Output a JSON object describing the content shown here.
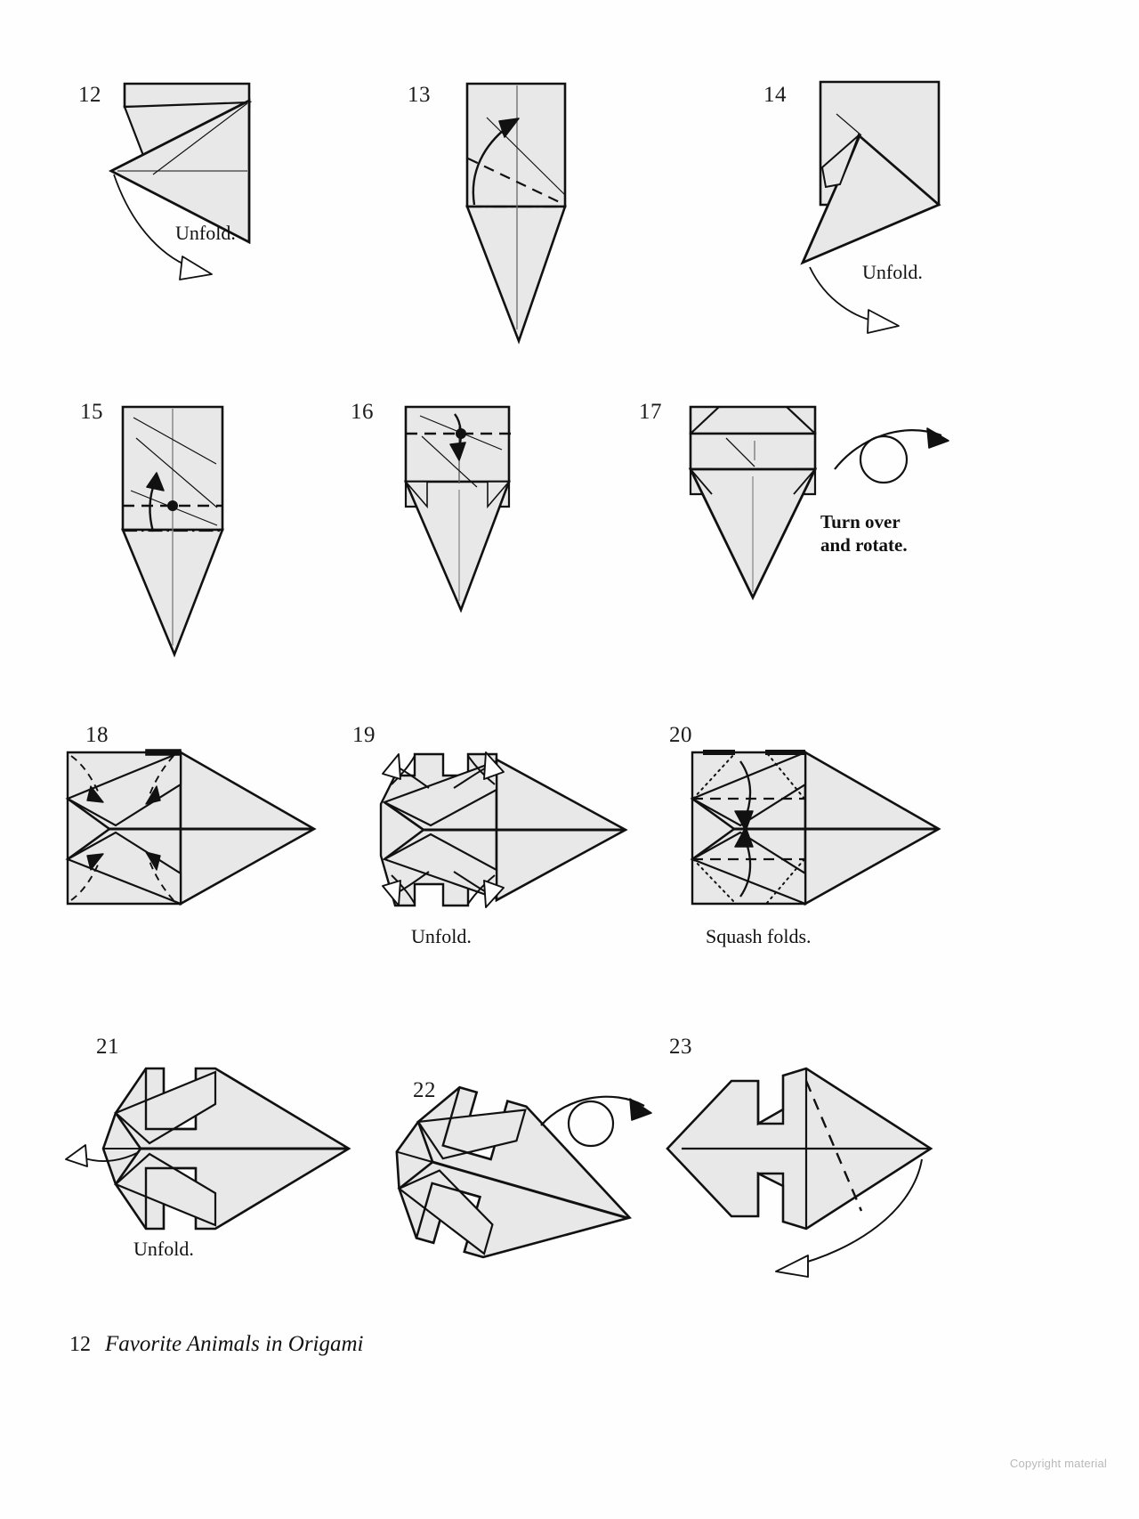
{
  "document": {
    "type": "origami-instruction-page",
    "page_number": "12",
    "book_title": "Favorite Animals in Origami",
    "copyright_notice": "Copyright material",
    "paper_fill": "#e8e8e8",
    "line_color": "#111111"
  },
  "steps": [
    {
      "number": "12",
      "caption": "Unfold.",
      "has_unfold_arrow": true,
      "description": "Folded form with top band and large triangle flap pointing left; hollow arrow curves down-right indicating unfold."
    },
    {
      "number": "13",
      "caption": "",
      "has_unfold_arrow": false,
      "description": "Square top with kite point below; dashed valley fold line from left edge to lower right, solid arrow curving up; dash-dot line across the waist."
    },
    {
      "number": "14",
      "caption": "Unfold.",
      "has_unfold_arrow": true,
      "description": "Square with rotated triangular flap hanging lower-left; hollow arrow curves down-right indicating unfold."
    },
    {
      "number": "15",
      "caption": "",
      "has_unfold_arrow": false,
      "description": "Tall square plus kite point; horizontal dashed valley fold with a dot at center, solid up arrow, dash-dot line below."
    },
    {
      "number": "16",
      "caption": "",
      "has_unfold_arrow": false,
      "description": "Shorter square with side tabs and kite point; horizontal dashed fold line with center dot and a down arrow."
    },
    {
      "number": "17",
      "caption": "Turn over\nand rotate.",
      "has_unfold_arrow": false,
      "description": "Banded rectangle with corner triangles and long kite point; turn-over symbol at right.",
      "symbol": "turn-over-rotate"
    },
    {
      "number": "18",
      "caption": "",
      "has_unfold_arrow": false,
      "description": "Horizontal arrow-head form; four dashed inward arrows at the four corners of the left square."
    },
    {
      "number": "19",
      "caption": "Unfold.",
      "has_unfold_arrow": false,
      "description": "Same form with four notched corners; four hollow outward arrows indicating unfold."
    },
    {
      "number": "20",
      "caption": "Squash folds.",
      "has_unfold_arrow": false,
      "description": "Same form with dash-dot and dashed lines plus two curved arrows indicating squash folds."
    },
    {
      "number": "21",
      "caption": "Unfold.",
      "has_unfold_arrow": true,
      "description": "Fish-like form with squared notches top and bottom; hollow arrow points left."
    },
    {
      "number": "22",
      "caption": "",
      "has_unfold_arrow": false,
      "description": "Rotated fish-like form; turn-over symbol above and to the right.",
      "symbol": "turn-over"
    },
    {
      "number": "23",
      "caption": "",
      "has_unfold_arrow": false,
      "description": "Broad fish form with dashed diagonal fold; long curved arrow sweeping down to the left."
    }
  ],
  "footer": {
    "page": "12",
    "title": "Favorite Animals in Origami"
  },
  "watermark": {
    "text": "Copyright material"
  }
}
